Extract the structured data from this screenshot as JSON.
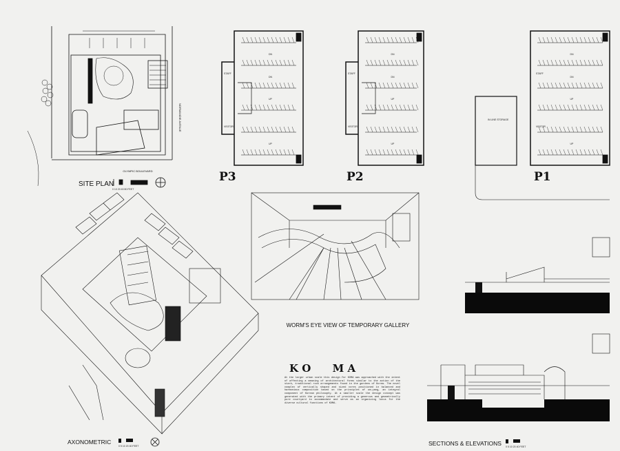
{
  "site_plan": {
    "title": "SITE PLAN",
    "street_south": "OLYMPIC BOULEVARD",
    "street_east": "NORMANDIE AVENUE",
    "scale": "0 10 20 40 80 FEET"
  },
  "parking": {
    "p3": {
      "title": "P3",
      "staff": "STAFF",
      "visitor": "VISITOR",
      "up": "UP",
      "dn": "DN"
    },
    "p2": {
      "title": "P2",
      "staff": "STAFF",
      "visitor": "VISITOR",
      "up": "UP",
      "dn": "DN"
    },
    "p1": {
      "title": "P1",
      "staff": "STAFF",
      "visitor": "VISITOR",
      "up": "UP",
      "dn": "DN",
      "storage": "IN LINE STORAGE"
    }
  },
  "gallery": {
    "title": "WORM'S EYE VIEW OF TEMPORARY GALLERY"
  },
  "axonometric": {
    "title": "AXONOMETRIC",
    "scale": "0 5 10 20 40 FEET"
  },
  "sections": {
    "title": "SECTIONS & ELEVATIONS",
    "scale": "0 5 10 20 40 FEET"
  },
  "koma": {
    "title": "K O      M A",
    "description": "At the larger urban scale this design for KOMA was approached with the intent of affecting a meaning of architectural forms similar to the action of the stark, traditional rock arrangements found in the gardens of Korea. The novel complex of vertically shaped and sized cores positioned in balanced and harmonious composition based on the principles of um-yang, an integral component of Korean philosophy. At a smaller scale the design concept was generated with the primary intent of providing a generous and geometrically pure courtyard to accommodate and serve as an organizing locus for the diverse cultural functions of KOMA."
  }
}
